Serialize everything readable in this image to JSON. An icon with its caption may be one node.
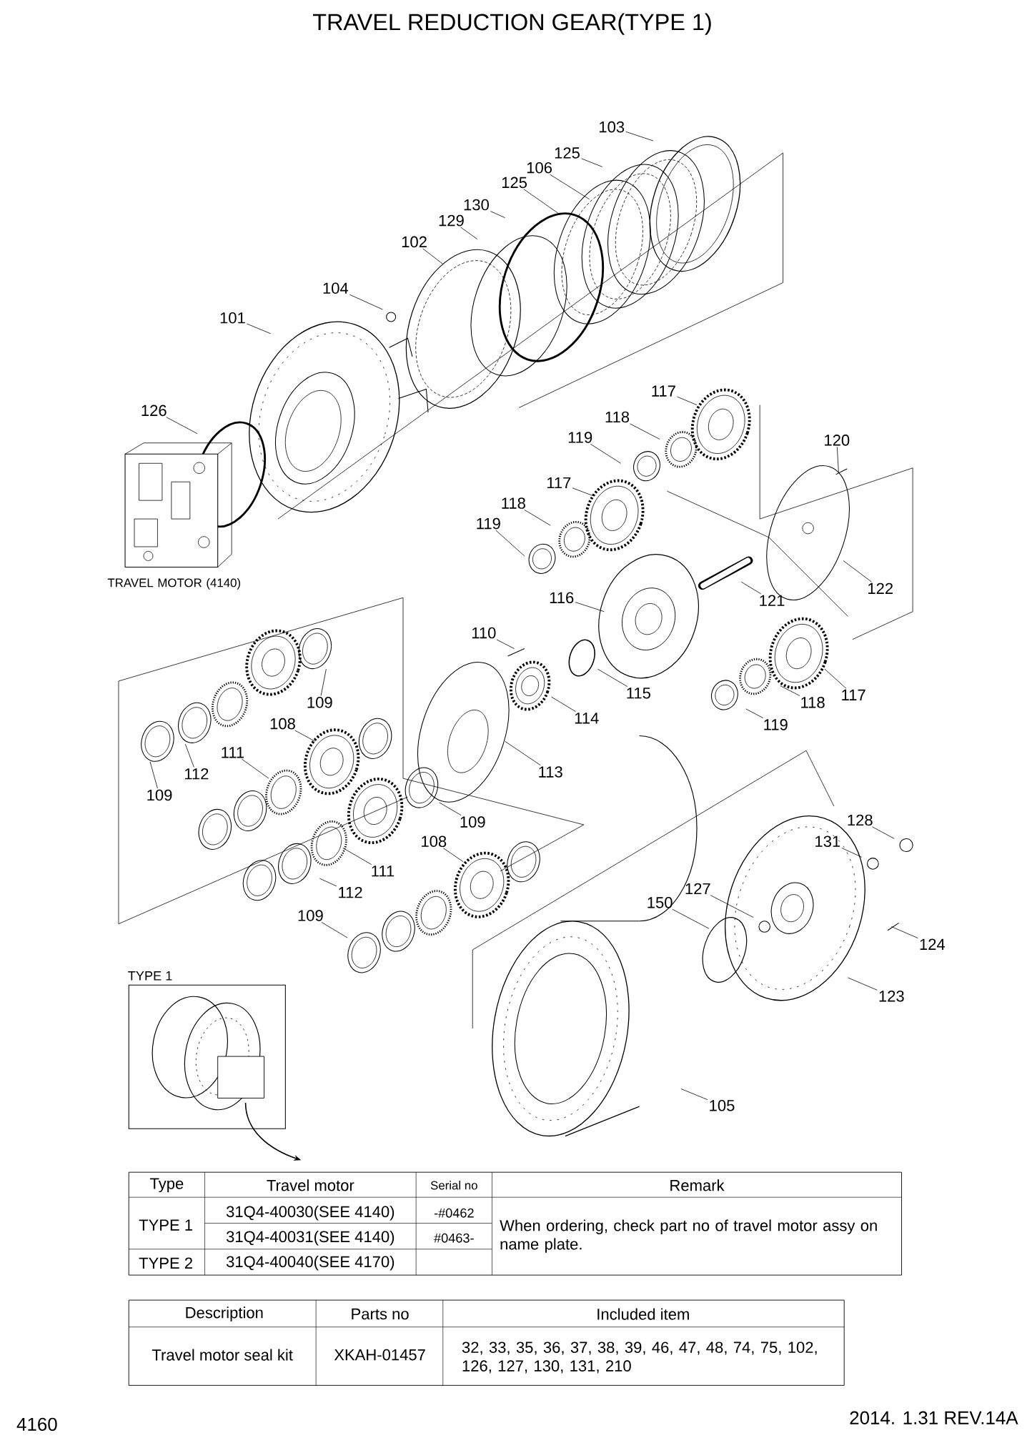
{
  "diagram": {
    "title": "TRAVEL REDUCTION GEAR(TYPE 1)",
    "nodes": [
      {
        "text": [
          "103"
        ]
      },
      {
        "text": [
          "125"
        ]
      },
      {
        "text": [
          "106"
        ]
      },
      {
        "text": [
          "125"
        ]
      },
      {
        "text": [
          "130"
        ]
      },
      {
        "text": [
          "129"
        ]
      },
      {
        "text": [
          "102"
        ]
      },
      {
        "text": [
          "104"
        ]
      },
      {
        "text": [
          "101"
        ]
      },
      {
        "text": [
          "126"
        ]
      },
      {
        "text": [
          "117"
        ]
      },
      {
        "text": [
          "118"
        ]
      },
      {
        "text": [
          "119"
        ]
      },
      {
        "text": [
          "120"
        ]
      },
      {
        "text": [
          "117"
        ]
      },
      {
        "text": [
          "118"
        ]
      },
      {
        "text": [
          "119"
        ]
      },
      {
        "text": [
          "116"
        ]
      },
      {
        "text": [
          "121"
        ]
      },
      {
        "text": [
          "122"
        ]
      },
      {
        "text": [
          "110"
        ]
      },
      {
        "text": [
          "115"
        ]
      },
      {
        "text": [
          "114"
        ]
      },
      {
        "text": [
          "117"
        ]
      },
      {
        "text": [
          "118"
        ]
      },
      {
        "text": [
          "119"
        ]
      },
      {
        "text": [
          "109"
        ]
      },
      {
        "text": [
          "108"
        ]
      },
      {
        "text": [
          "111"
        ]
      },
      {
        "text": [
          "112"
        ]
      },
      {
        "text": [
          "109"
        ]
      },
      {
        "text": [
          "113"
        ]
      },
      {
        "text": [
          "109"
        ]
      },
      {
        "text": [
          "108"
        ]
      },
      {
        "text": [
          "111"
        ]
      },
      {
        "text": [
          "112"
        ]
      },
      {
        "text": [
          "109"
        ]
      },
      {
        "text": [
          "128"
        ]
      },
      {
        "text": [
          "131"
        ]
      },
      {
        "text": [
          "127"
        ]
      },
      {
        "text": [
          "150"
        ]
      },
      {
        "text": [
          "124"
        ]
      },
      {
        "text": [
          "123"
        ]
      },
      {
        "text": [
          "105"
        ]
      }
    ],
    "edges": [
      {
        "from": 0,
        "to": null,
        "arrow": "none"
      },
      {
        "from": 1,
        "to": null,
        "arrow": "none"
      },
      {
        "from": 2,
        "to": null,
        "arrow": "none"
      },
      {
        "from": 3,
        "to": null,
        "arrow": "none"
      },
      {
        "from": 4,
        "to": null,
        "arrow": "none"
      },
      {
        "from": 5,
        "to": null,
        "arrow": "none"
      },
      {
        "from": 6,
        "to": null,
        "arrow": "none"
      },
      {
        "from": 7,
        "to": null,
        "arrow": "none"
      },
      {
        "from": 8,
        "to": null,
        "arrow": "none"
      },
      {
        "from": 9,
        "to": null,
        "arrow": "none"
      },
      {
        "from": 10,
        "to": null,
        "arrow": "none"
      },
      {
        "from": 11,
        "to": null,
        "arrow": "none"
      },
      {
        "from": 12,
        "to": null,
        "arrow": "none"
      },
      {
        "from": 13,
        "to": null,
        "arrow": "none"
      },
      {
        "from": 14,
        "to": null,
        "arrow": "none"
      },
      {
        "from": 15,
        "to": null,
        "arrow": "none"
      },
      {
        "from": 16,
        "to": null,
        "arrow": "none"
      },
      {
        "from": 17,
        "to": null,
        "arrow": "none"
      },
      {
        "from": 18,
        "to": null,
        "arrow": "none"
      },
      {
        "from": 19,
        "to": null,
        "arrow": "none"
      },
      {
        "from": 20,
        "to": null,
        "arrow": "none"
      },
      {
        "from": 21,
        "to": null,
        "arrow": "none"
      },
      {
        "from": 22,
        "to": null,
        "arrow": "none"
      },
      {
        "from": 23,
        "to": null,
        "arrow": "none"
      },
      {
        "from": 24,
        "to": null,
        "arrow": "none"
      },
      {
        "from": 25,
        "to": null,
        "arrow": "none"
      },
      {
        "from": 26,
        "to": null,
        "arrow": "none"
      },
      {
        "from": 27,
        "to": null,
        "arrow": "none"
      },
      {
        "from": 28,
        "to": null,
        "arrow": "none"
      },
      {
        "from": 29,
        "to": null,
        "arrow": "none"
      },
      {
        "from": 30,
        "to": null,
        "arrow": "none"
      },
      {
        "from": 31,
        "to": null,
        "arrow": "none"
      },
      {
        "from": 32,
        "to": null,
        "arrow": "none"
      },
      {
        "from": 33,
        "to": null,
        "arrow": "none"
      },
      {
        "from": 34,
        "to": null,
        "arrow": "none"
      },
      {
        "from": 35,
        "to": null,
        "arrow": "none"
      },
      {
        "from": 36,
        "to": null,
        "arrow": "none"
      },
      {
        "from": 37,
        "to": null,
        "arrow": "none"
      },
      {
        "from": 38,
        "to": null,
        "arrow": "none"
      },
      {
        "from": 39,
        "to": null,
        "arrow": "none"
      },
      {
        "from": 40,
        "to": null,
        "arrow": "none"
      },
      {
        "from": 41,
        "to": null,
        "arrow": "none"
      },
      {
        "from": 42,
        "to": null,
        "arrow": "none"
      },
      {
        "from": 43,
        "to": null,
        "arrow": "none"
      }
    ],
    "labels": [
      "TRAVEL MOTOR (4140)",
      "TYPE 1",
      "Type",
      "Travel motor",
      "Serial no",
      "Remark",
      "TYPE 1",
      "31Q4-40030(SEE 4140)",
      "-#0462",
      "When ordering, check part no of travel motor assy on name plate.",
      "31Q4-40031(SEE 4140)",
      "#0463-",
      "TYPE 2",
      "31Q4-40040(SEE 4170)",
      "Description",
      "Parts no",
      "Included item",
      "Travel motor seal kit",
      "XKAH-01457",
      "32, 33, 35, 36, 37, 38, 39, 46, 47, 48, 74, 75, 102, 126, 127, 130, 131, 210",
      "4160",
      "2014. 1.31 REV.14A"
    ]
  }
}
